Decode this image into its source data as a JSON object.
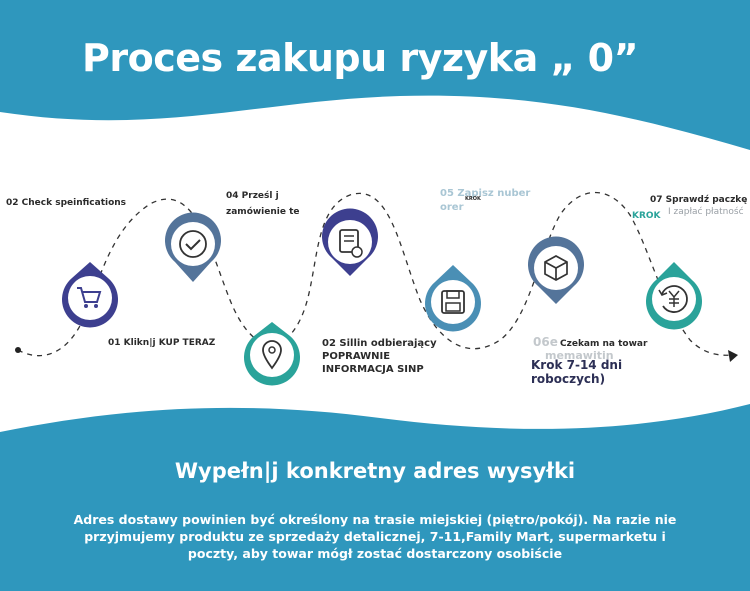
{
  "header": {
    "title": "Proces zakupu ryzyka „ 0”"
  },
  "colors": {
    "wave_blue": "#2f97bd",
    "navy_pin": "#3d3f8f",
    "teal_pin": "#2aa39a",
    "slate_pin": "#54749a"
  },
  "steps": [
    {
      "id": "s01",
      "label": "01 Klikn|j KUP TERAZ",
      "icon": "cart-icon"
    },
    {
      "id": "s02a",
      "label": "02 Check speinfications",
      "icon": "check-circle-icon"
    },
    {
      "id": "s02b",
      "label_line1": "02 Sillin odbierający",
      "label_line2": "POPRAWNIE",
      "label_line3": "INFORMACJA SINP",
      "icon": "location-pin-icon"
    },
    {
      "id": "s04",
      "label_line1": "04 Prześl j",
      "label_line2": "zamówienie te",
      "icon": "document-icon"
    },
    {
      "id": "s05",
      "label_line1": "05 Zapisz nuber",
      "label_line2": "orer",
      "label_small": "KROK",
      "icon": "floppy-disk-icon"
    },
    {
      "id": "s06",
      "label_faded": "06e",
      "label_wait": "Czekam na towar",
      "label_faded2": "memawitin",
      "label_line1": "Krok 7-14 dni",
      "label_line2": "roboczych)",
      "icon": "package-icon"
    },
    {
      "id": "s07",
      "label_line1": "07 Sprawdź paczkę",
      "label_line2": "KROK",
      "label_line3": "I zapłać płatność",
      "icon": "yuan-refresh-icon"
    }
  ],
  "footer": {
    "heading": "Wypełn|j konkretny adres wysyłki",
    "description": "Adres dostawy powinien być określony na trasie miejskiej (piętro/pokój). Na razie nie przyjmujemy produktu ze sprzedaży detalicznej, 7-11,Family Mart, supermarketu i poczty, aby towar mógł zostać dostarczony osobiście"
  }
}
